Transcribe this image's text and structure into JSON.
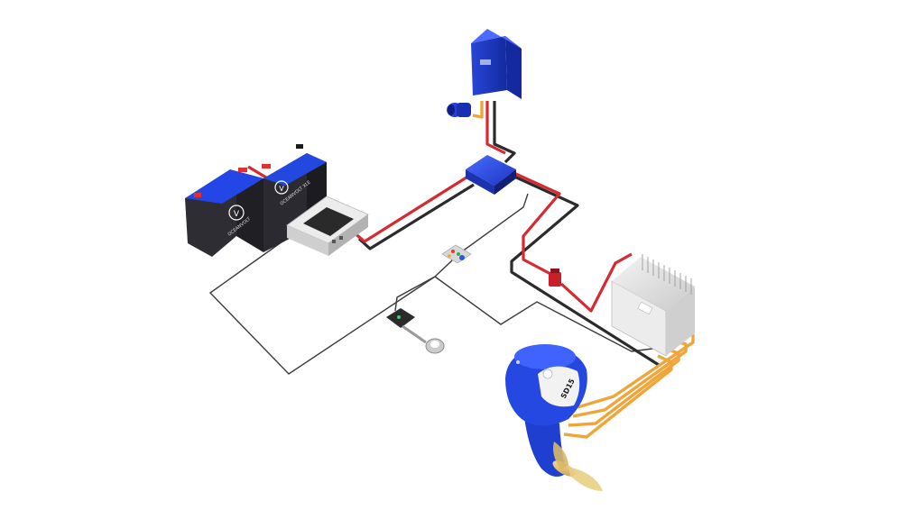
{
  "labels": {
    "battery_left_brand": "OCEANVOLT",
    "battery_right_brand": "OCEANVOLT XLE",
    "motor_model": "SD15"
  },
  "colors": {
    "dc_positive": "#d62a33",
    "dc_negative": "#2b2b2b",
    "signal_cable": "#3a3a3a",
    "motor_phase": "#f0a53a",
    "component_blue": "#2443d6",
    "battery_body": "#26262b",
    "controller_grey": "#dcdcdc"
  },
  "icons": {
    "battery_logo": "oceanvolt-v-logo",
    "motor_logo": "oceanvolt-logo"
  }
}
